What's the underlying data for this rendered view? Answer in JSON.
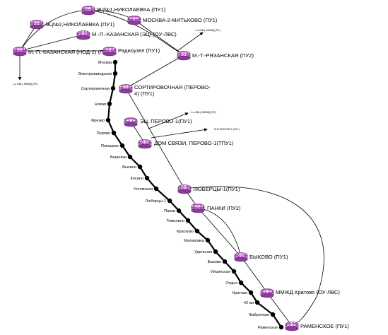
{
  "nodes": [
    {
      "id": "n1",
      "label": "ЭЦ№1,НИКОЛАЕВКА (ПУ1)"
    },
    {
      "id": "n2",
      "label": "ЭЦ№2,НИКОЛАЕВКА (ПУ1)"
    },
    {
      "id": "n3",
      "label": "М.-П.-КАЗАНСКАЯ (ЭЦ) (ОУ-ЛВС)"
    },
    {
      "id": "n4",
      "label": "М.-П.-КАЗАНСКАЯ (НОД-2) (ПУ2)"
    },
    {
      "id": "n5",
      "label": "Радиоузел (ПУ1)"
    },
    {
      "id": "n6",
      "label": "МОСКВА-2-МИТЬКОВО (ПУ1)"
    },
    {
      "id": "n7",
      "label": "М.-Т.-РЯЗАНСКАЯ (ПУ2)"
    },
    {
      "id": "n8",
      "label": "СОРТИРОВОЧНАЯ (ПЕРОВО-4) (ПУ1)"
    },
    {
      "id": "n9",
      "label": "ЭЦ, ПЕРОВО-1(ПУ1)"
    },
    {
      "id": "n10",
      "label": "ДОМ СВЯЗИ, ПЕРОВО-1(ТПУ1)"
    },
    {
      "id": "n11",
      "label": "ЛЮБЕРЦЫ-1(ПУ1)"
    },
    {
      "id": "n12",
      "label": "ПАНКИ (ПУ2)"
    },
    {
      "id": "n13",
      "label": "БЫКОВО (ПУ1)"
    },
    {
      "id": "n14",
      "label": "ММЖД Кратово (ОУ-ЛВС)"
    },
    {
      "id": "n15",
      "label": "РАМЕНСКОЕ (ПУ1)"
    }
  ],
  "arrow_labels": [
    {
      "id": "a1",
      "text": "1-я ИВЦ, ММЖД (ПУ)"
    },
    {
      "id": "a2",
      "text": "1-я ИВЦ, ММЖД (ПУ)"
    },
    {
      "id": "a3",
      "text": "1-я ИВЦ, ММЖД (ПУ)"
    },
    {
      "id": "a4",
      "text": "М.П.ОБСЕРВ-2 (ПУ1)"
    }
  ],
  "stations": [
    "Москва",
    "Электрозаводская",
    "Сортировочная",
    "Новая",
    "Фрезер",
    "Перово",
    "Плющево",
    "Вешняки",
    "Выхино",
    "Косино",
    "Ухтомская",
    "Люберцы-1",
    "Панки",
    "Томилино",
    "Красково",
    "Малаховка",
    "Удельная",
    "Быково",
    "Ильинская",
    "Отдых",
    "Кратово",
    "42 км",
    "Фабричная",
    "Раменское"
  ]
}
